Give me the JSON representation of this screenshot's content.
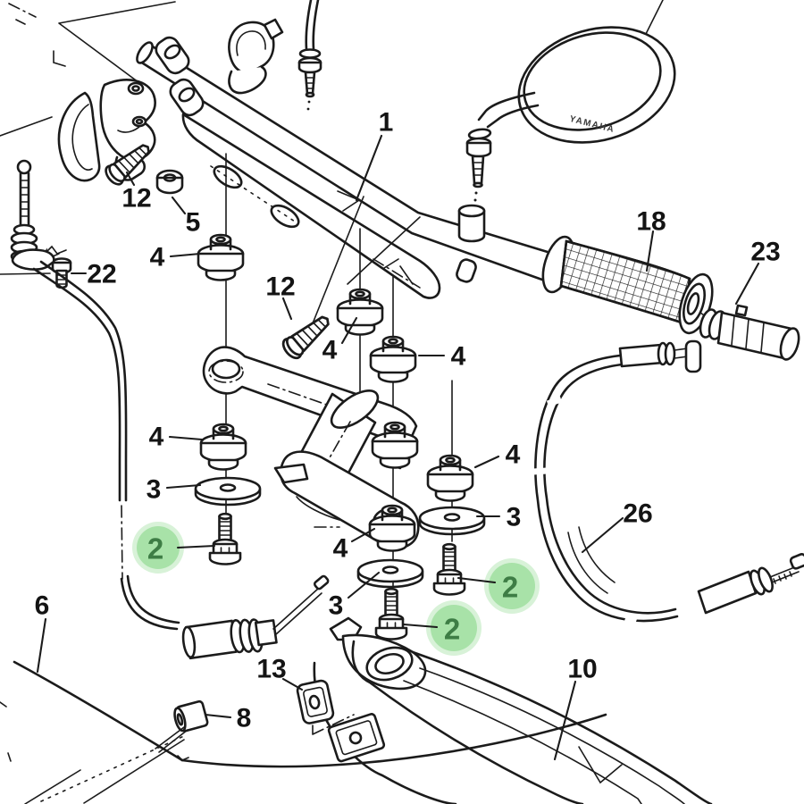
{
  "diagram": {
    "title": "Handlebar exploded parts diagram",
    "brand_text": "YAMAHA",
    "background_color": "#ffffff",
    "line_color": "#1b1b1b",
    "highlight_fill": "#a8e2a8",
    "highlight_halo": "#d8f2d8",
    "highlight_text_color": "#3e7d45"
  },
  "part_labels": [
    {
      "text": "1"
    },
    {
      "text": "12"
    },
    {
      "text": "5"
    },
    {
      "text": "4"
    },
    {
      "text": "22"
    },
    {
      "text": "12"
    },
    {
      "text": "4"
    },
    {
      "text": "4"
    },
    {
      "text": "18"
    },
    {
      "text": "23"
    },
    {
      "text": "4"
    },
    {
      "text": "3"
    },
    {
      "text": "4"
    },
    {
      "text": "3"
    },
    {
      "text": "4"
    },
    {
      "text": "3"
    },
    {
      "text": "6"
    },
    {
      "text": "13"
    },
    {
      "text": "8"
    },
    {
      "text": "10"
    },
    {
      "text": "26"
    }
  ],
  "highlighted_labels": [
    {
      "text": "2"
    },
    {
      "text": "2"
    },
    {
      "text": "2"
    }
  ]
}
